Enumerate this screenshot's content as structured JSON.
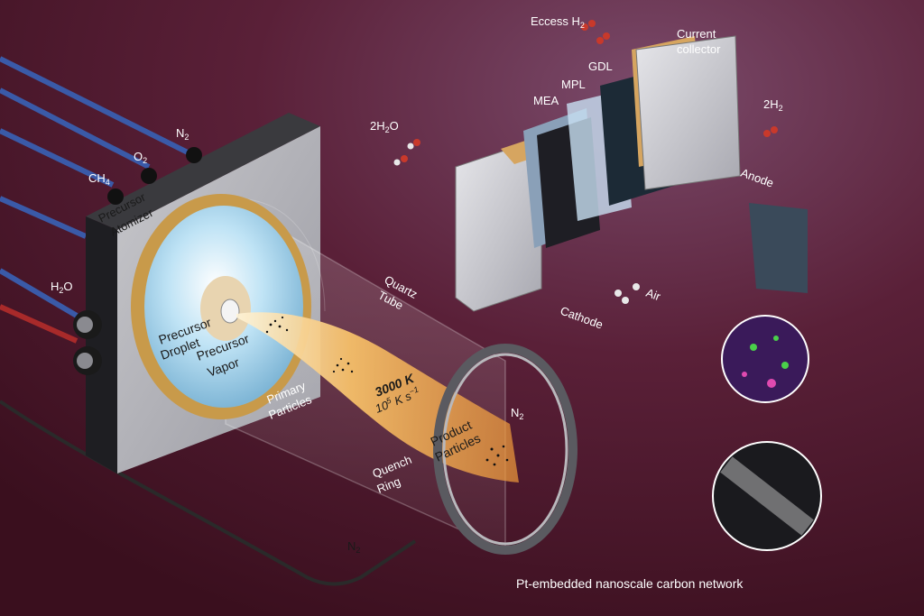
{
  "labels": {
    "precursor_atomizer_1": "Precursor",
    "precursor_atomizer_2": "Atomizer",
    "n2_top": "N",
    "n2_top_sub": "2",
    "o2": "O",
    "o2_sub": "2",
    "ch4": "CH",
    "ch4_sub": "4",
    "h2o_inlet": "H",
    "h2o_inlet_sub": "2",
    "h2o_inlet_end": "O",
    "precursor_droplet_1": "Precursor",
    "precursor_droplet_2": "Droplet",
    "precursor_vapor_1": "Precursor",
    "precursor_vapor_2": "Vapor",
    "primary_particles_1": "Primary",
    "primary_particles_2": "Particles",
    "temperature": "3000 K",
    "rate_main": "10",
    "rate_sup": "5",
    "rate_unit": " K s",
    "rate_unit_sup": "−1",
    "quartz_tube_1": "Quartz",
    "quartz_tube_2": "Tube",
    "quench_ring_1": "Quench",
    "quench_ring_2": "Ring",
    "product_particles_1": "Product",
    "product_particles_2": "Particles",
    "n2_ring": "N",
    "n2_ring_sub": "2",
    "n2_bottom": "N",
    "n2_bottom_sub": "2",
    "excess_h2": "Eccess H",
    "excess_h2_sub": "2",
    "current_collector_1": "Current",
    "current_collector_2": "collector",
    "gdl": "GDL",
    "mpl": "MPL",
    "mea": "MEA",
    "h2_in": "2H",
    "h2_in_sub": "2",
    "anode": "Anode",
    "water_out_1": "2H",
    "water_out_sub": "2",
    "water_out_2": "O",
    "cathode": "Cathode",
    "air": "Air",
    "caption": "Pt-embedded nanoscale carbon network"
  },
  "colors": {
    "background": "#5a1a2e",
    "flame": "#f3b45a",
    "pipe_blue": "#3a5aa8",
    "pipe_red": "#a82a2a",
    "gold_ring": "#c89a4a"
  },
  "icons": [
    "nozzle-icon",
    "particle-cloud-icon",
    "molecule-icon",
    "micrograph-icon"
  ]
}
